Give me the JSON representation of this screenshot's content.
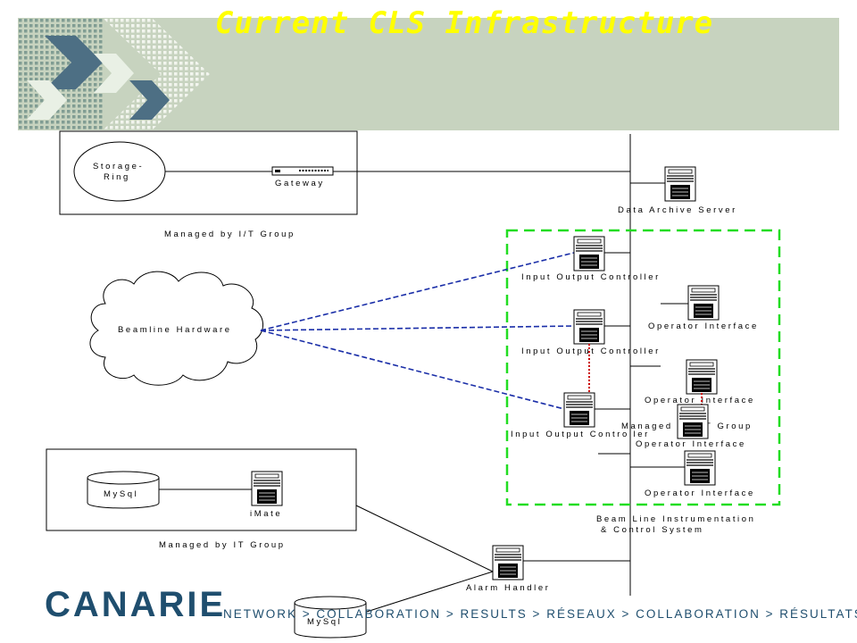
{
  "slide": {
    "title": "Current CLS Infrastructure"
  },
  "diagram": {
    "nodes": {
      "storage_ring": "Storage-",
      "storage_ring_2": "Ring",
      "gateway": "Gateway",
      "managed_it_top": "Managed by I/T Group",
      "data_archive": "Data Archive Server",
      "beamline_hardware": "Beamline Hardware",
      "ioc_1": "Input Output Controller",
      "ioc_2": "Input Output Controller",
      "ioc_3": "Input Output Controller",
      "opi_1": "Operator Interface",
      "opi_2": "Operator Interface",
      "opi_3": "Operator Interface",
      "opi_4": "Operator Interface",
      "managed_it_mid": "Managed by I/T Group",
      "blics_1": "Beam Line Instrumentation",
      "blics_2": "& Control System",
      "mysql_1": "MySql",
      "imate": "iMate",
      "managed_it_bottom": "Managed by IT Group",
      "alarm_handler": "Alarm Handler",
      "mysql_2": "MySql"
    },
    "colors": {
      "dashed_link": "#1a2ea8",
      "control_boundary": "#22dd22",
      "red_link": "#cc0000"
    }
  },
  "footer": {
    "logo": "CANARIE",
    "tagline": "NETWORK > COLLABORATION > RESULTS > RÉSEAUX > COLLABORATION > RÉSULTATS"
  }
}
